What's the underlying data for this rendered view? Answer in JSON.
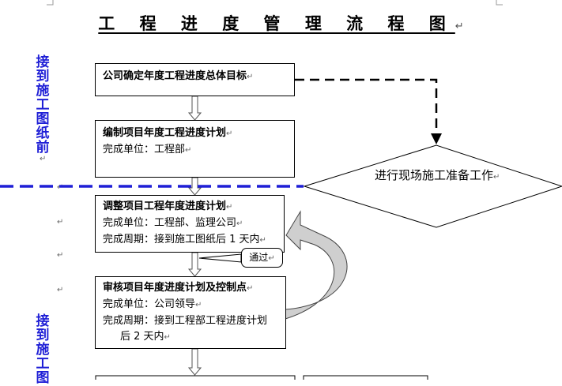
{
  "title": "工 程 进 度 管 理 流 程 图",
  "para_mark": "↵",
  "side_labels": {
    "before": "接到施工图纸前",
    "after": "接到施工图"
  },
  "boxes": {
    "box1": {
      "head": "公司确定年度工程进度总体目标"
    },
    "box2": {
      "head": "编制项目年度工程进度计划",
      "line1": "完成单位：工程部"
    },
    "box3": {
      "head": "调整项目工程年度进度计划",
      "line1": "完成单位：工程部、监理公司",
      "line2": "完成周期：接到施工图纸后 1 天内"
    },
    "box4": {
      "head": "审核项目年度进度计划及控制点",
      "line1": "完成单位：公司领导",
      "line2": "完成周期：接到工程部工程进度计划",
      "line3": "后 2 天内"
    }
  },
  "diamond": {
    "text": "进行现场施工准备工作"
  },
  "callout": {
    "text": "通过"
  }
}
